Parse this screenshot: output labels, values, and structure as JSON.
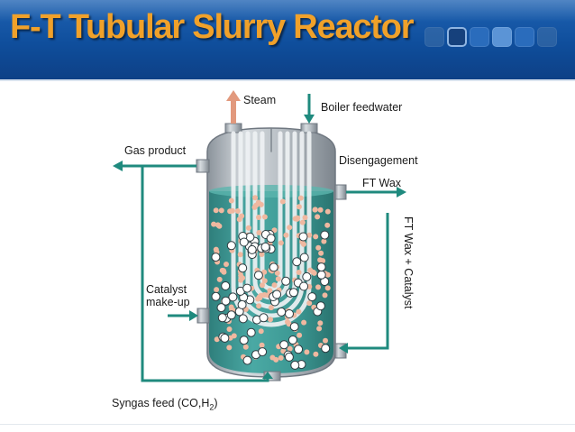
{
  "slide": {
    "title": "F-T  Tubular Slurry Reactor"
  },
  "diagram": {
    "labels": {
      "steam": "Steam",
      "boiler_feedwater": "Boiler feedwater",
      "gas_product": "Gas product",
      "disengagement": "Disengagement",
      "ft_wax": "FT Wax",
      "ft_wax_catalyst": "FT Wax + Catalyst",
      "catalyst_line1": "Catalyst",
      "catalyst_line2": "make-up",
      "syngas_feed": "Syngas feed (CO,H",
      "syngas_sub": "2",
      "syngas_close": ")"
    },
    "colors": {
      "slurry": "#3f9a96",
      "arrow_teal": "#1f8a7e",
      "steam_arrow": "#e2997d",
      "vessel_steel": "#9aa3ab",
      "bubble_pink": "#f0b8a0",
      "bubble_white": "#ffffff"
    }
  }
}
